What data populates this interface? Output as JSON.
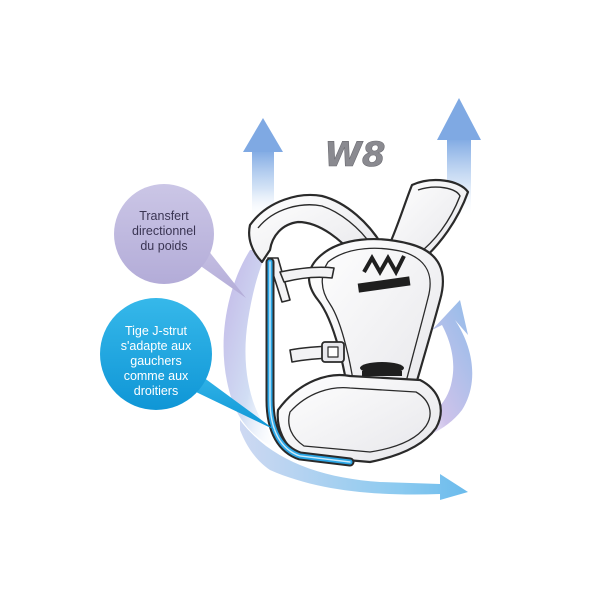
{
  "title": "W8",
  "callouts": {
    "weight_transfer": {
      "lines": [
        "Transfert",
        "directionnel",
        "du poids"
      ]
    },
    "j_strut": {
      "lines": [
        "Tige J-strut",
        "s'adapte aux",
        "gauchers",
        "comme aux",
        "droitiers"
      ]
    }
  },
  "colors": {
    "callout_weight": "#bdb7dd",
    "callout_jstrut": "#16a5e0",
    "arrow_blue": "#8fb5e8",
    "arrow_purple": "#a89ad6",
    "harness_outline": "#2a2a2a"
  }
}
